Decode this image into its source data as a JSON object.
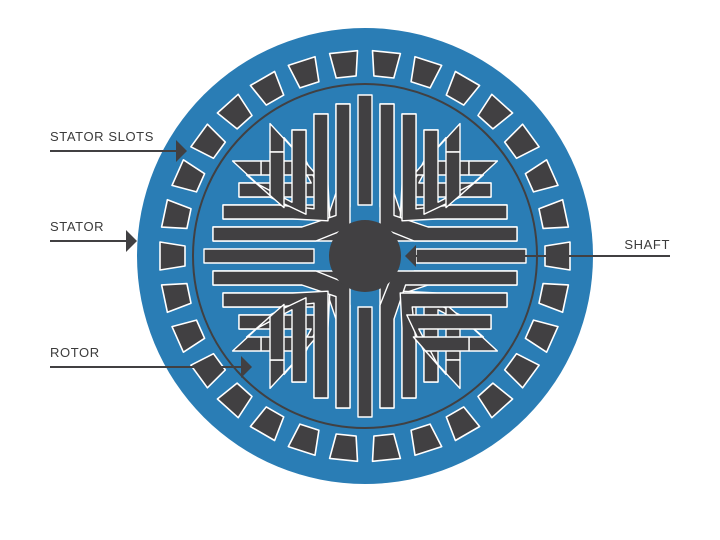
{
  "labels": {
    "stator_slots": "STATOR SLOTS",
    "stator": "STATOR",
    "rotor": "ROTOR",
    "shaft": "SHAFT"
  },
  "colors": {
    "stator_blue": "#2a7db5",
    "dark": "#414042",
    "outline": "#ffffff",
    "text": "#3b3b3b"
  },
  "stator": {
    "slot_count": 30
  }
}
